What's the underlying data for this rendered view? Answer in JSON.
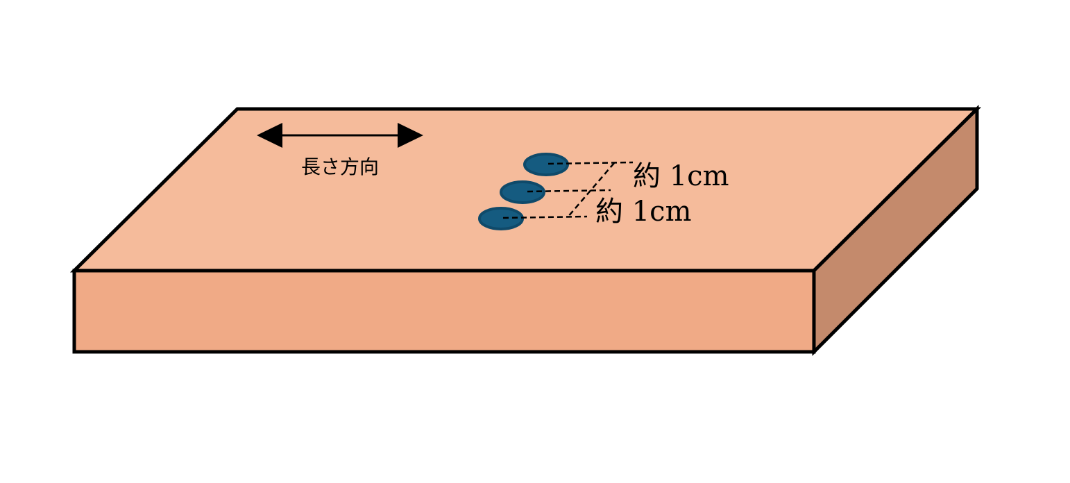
{
  "direction_label": "長さ方向",
  "spacing_labels": [
    "約 1cm",
    "約 1cm"
  ],
  "colors": {
    "top_face": "#F5BB9B",
    "front_face": "#F0AA86",
    "side_face": "#C48A6C",
    "hole_fill": "#155B80",
    "hole_stroke": "#0F4A6A",
    "outline": "#000000"
  }
}
